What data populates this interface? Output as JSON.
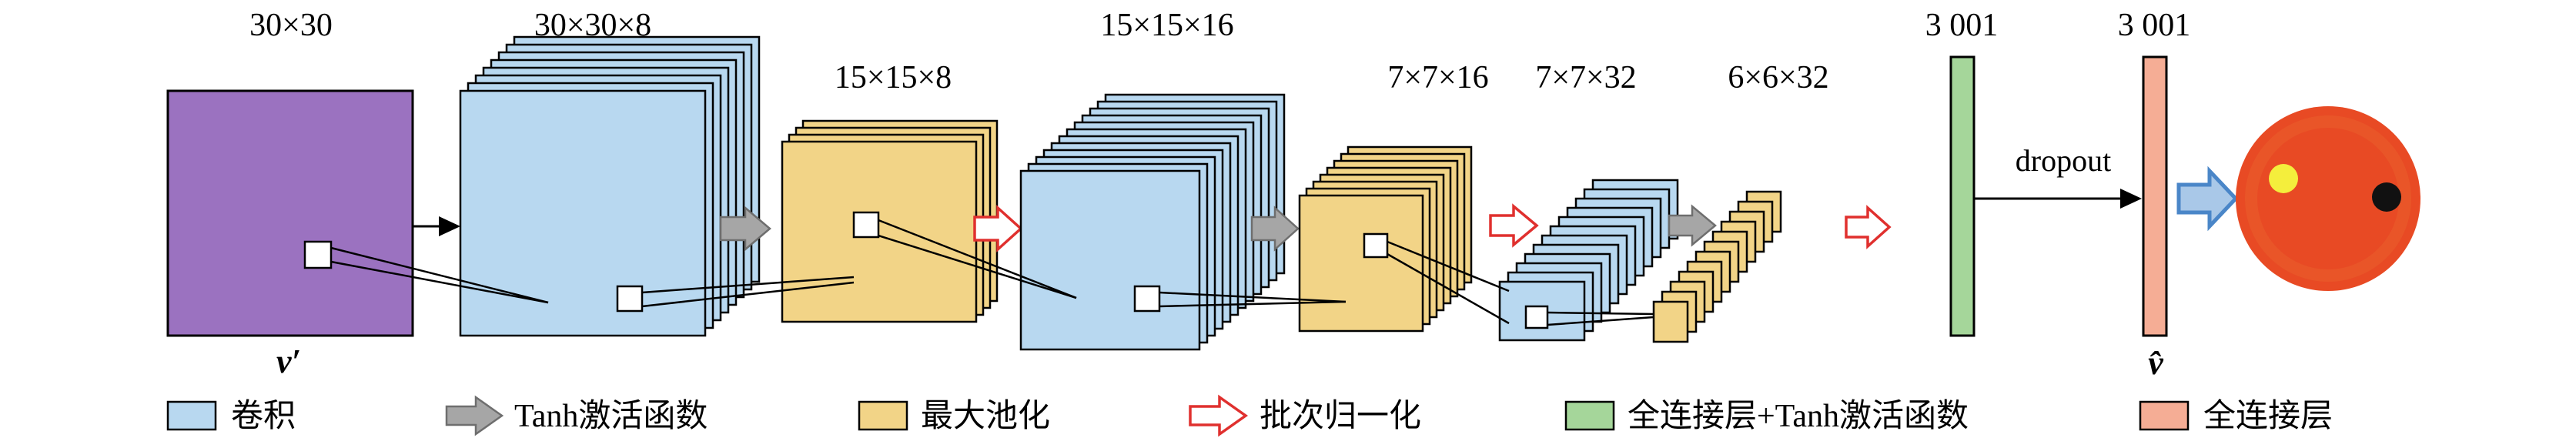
{
  "layer_labels": {
    "input": "30×30",
    "conv1": "30×30×8",
    "pool1": "15×15×8",
    "conv2": "15×15×16",
    "pool2": "7×7×16",
    "conv3": "7×7×32",
    "pool3": "6×6×32",
    "fc_hidden": "3 001",
    "fc_output": "3 001"
  },
  "labels": {
    "input_symbol": "v′",
    "output_symbol": "v̂",
    "dropout": "dropout"
  },
  "legend": {
    "conv": "卷积",
    "tanh": "Tanh激活函数",
    "maxpool": "最大池化",
    "batchnorm": "批次归一化",
    "fc_tanh": "全连接层+Tanh激活函数",
    "fc": "全连接层"
  },
  "colors": {
    "input": "#9b72c0",
    "conv": "#b8d8f0",
    "pool": "#f2d487",
    "fc_tanh": "#a5d69a",
    "fc": "#f5ad95",
    "tanh_arrow": "#a6a6a6",
    "bn_arrow": "#e0302e",
    "output_arrow": "#4a86c8",
    "output_disc": "#e84a24",
    "output_spot_yellow": "#f4ee3c",
    "output_spot_black": "#111111"
  }
}
